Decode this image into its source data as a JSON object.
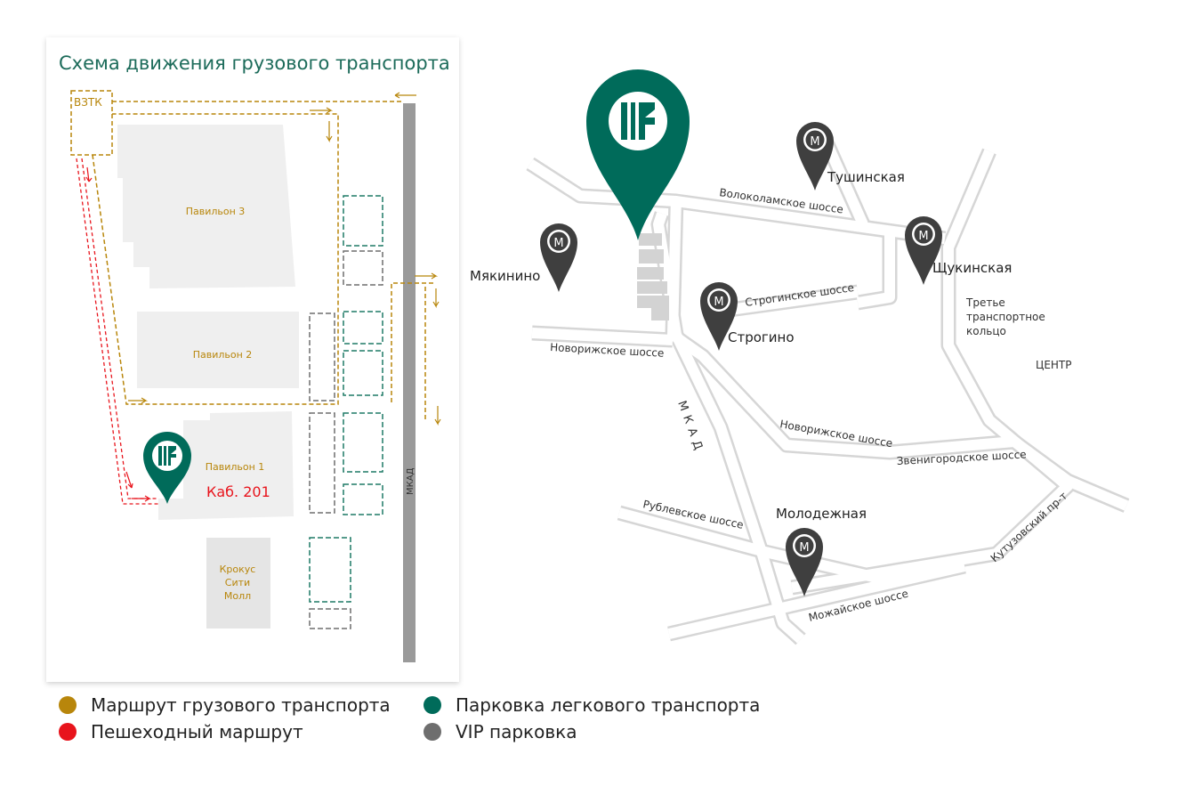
{
  "scheme": {
    "title": "Схема движения грузового транспорта",
    "vztk": "ВЗТК",
    "pavilion3": "Павильон 3",
    "pavilion2": "Павильон 2",
    "pavilion1": "Павильон 1",
    "office": "Каб. 201",
    "mall_line1": "Крокус",
    "mall_line2": "Сити",
    "mall_line3": "Молл",
    "mkad": "МКАД"
  },
  "map": {
    "roads": {
      "volokolamskoe": "Волоколамское шоссе",
      "stroginskoe": "Строгинское шоссе",
      "novorizhskoe1": "Новорижское шоссе",
      "novorizhskoe2": "Новорижское шоссе",
      "zvenigorodskoe": "Звенигородское шоссе",
      "rublevskoe": "Рублевское шоссе",
      "mozhayskoe": "Можайское шоссе",
      "kutuzovsky": "Кутузовский пр-т",
      "mkad": "МКАД"
    },
    "third_ring_line1": "Третье",
    "third_ring_line2": "транспортное",
    "third_ring_line3": "кольцо",
    "center": "ЦЕНТР",
    "metro_letter": "М",
    "stations": {
      "tushinskaya": "Тушинская",
      "shchukinskaya": "Щукинская",
      "myakinino": "Мякинино",
      "strogino": "Строгино",
      "molodezhnaya": "Молодежная"
    }
  },
  "legend": {
    "cargo_route": "Маршрут грузового транспорта",
    "walking_route": "Пешеходный маршрут",
    "car_parking": "Парковка легкового транспорта",
    "vip_parking": "VIP парковка"
  },
  "colors": {
    "cargo": "#B8860B",
    "walking": "#E8141C",
    "parking": "#006B5A",
    "vip": "#6E6E6E",
    "brand": "#006B5A",
    "metro_pin": "#3F3F3F"
  }
}
